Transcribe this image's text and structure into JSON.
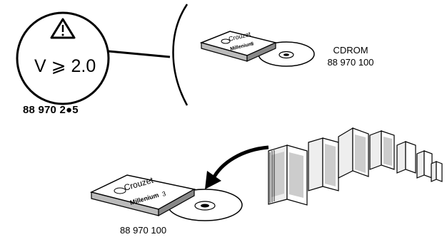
{
  "requirement": {
    "version_text": "V ⩾ 2.0",
    "part_number": "88 970 2●5",
    "icon": "warning-icon"
  },
  "cdrom_top": {
    "label_line1": "CDROM",
    "label_line2": "88 970 100",
    "case_brand": "Crouzet",
    "case_product": "Millenium",
    "case_number": "3"
  },
  "cdrom_bottom": {
    "label": "88 970 100",
    "case_brand": "Crouzet",
    "case_product": "Millenium",
    "case_number": "3"
  },
  "manuals": {
    "icon": "manual-booklets-icon",
    "arrow_icon": "curved-arrow-icon"
  }
}
